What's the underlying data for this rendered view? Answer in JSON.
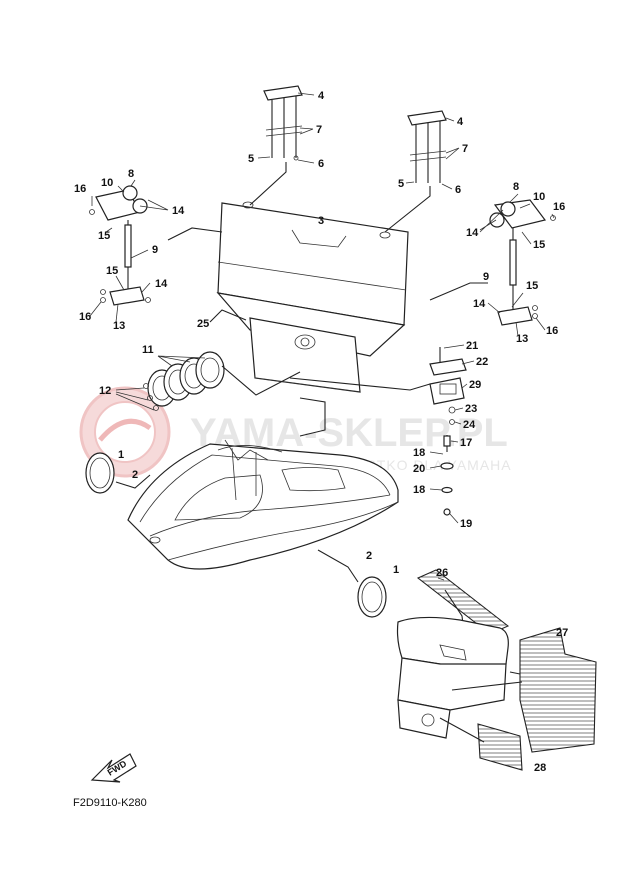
{
  "watermark": {
    "brand": "YAMA-SKLEP.PL",
    "tagline": "WSZYSTKO DLA YAMAHA"
  },
  "diagram_code": "F2D9110-K280",
  "fwd_label": "FWD",
  "callouts": {
    "c1a": "1",
    "c1b": "1",
    "c2a": "2",
    "c2b": "2",
    "c3": "3",
    "c4a": "4",
    "c4b": "4",
    "c5a": "5",
    "c5b": "5",
    "c6a": "6",
    "c6b": "6",
    "c7a": "7",
    "c7b": "7",
    "c8a": "8",
    "c8b": "8",
    "c9a": "9",
    "c9b": "9",
    "c10a": "10",
    "c10b": "10",
    "c11": "11",
    "c12": "12",
    "c13a": "13",
    "c13b": "13",
    "c14a": "14",
    "c14b": "14",
    "c14c": "14",
    "c14d": "14",
    "c15a": "15",
    "c15b": "15",
    "c15c": "15",
    "c15d": "15",
    "c16a": "16",
    "c16b": "16",
    "c16c": "16",
    "c16d": "16",
    "c17": "17",
    "c18a": "18",
    "c18b": "18",
    "c19": "19",
    "c20": "20",
    "c21": "21",
    "c22": "22",
    "c23": "23",
    "c24": "24",
    "c25": "25",
    "c26": "26",
    "c27": "27",
    "c28": "28",
    "c29": "29"
  }
}
